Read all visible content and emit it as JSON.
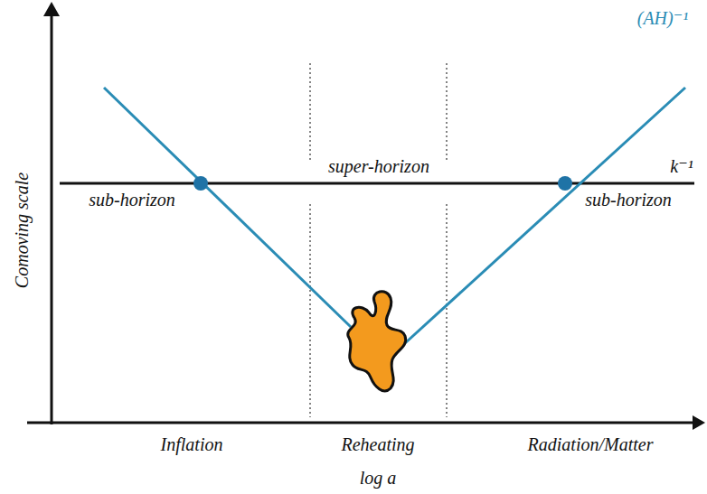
{
  "diagram": {
    "labels": [
      "(AH)⁻¹",
      "super-horizon",
      "k⁻¹",
      "sub-horizon",
      "sub-horizon",
      "Comoving scale",
      "Inflation",
      "Reheating",
      "Radiation/Matter",
      "log a"
    ]
  }
}
